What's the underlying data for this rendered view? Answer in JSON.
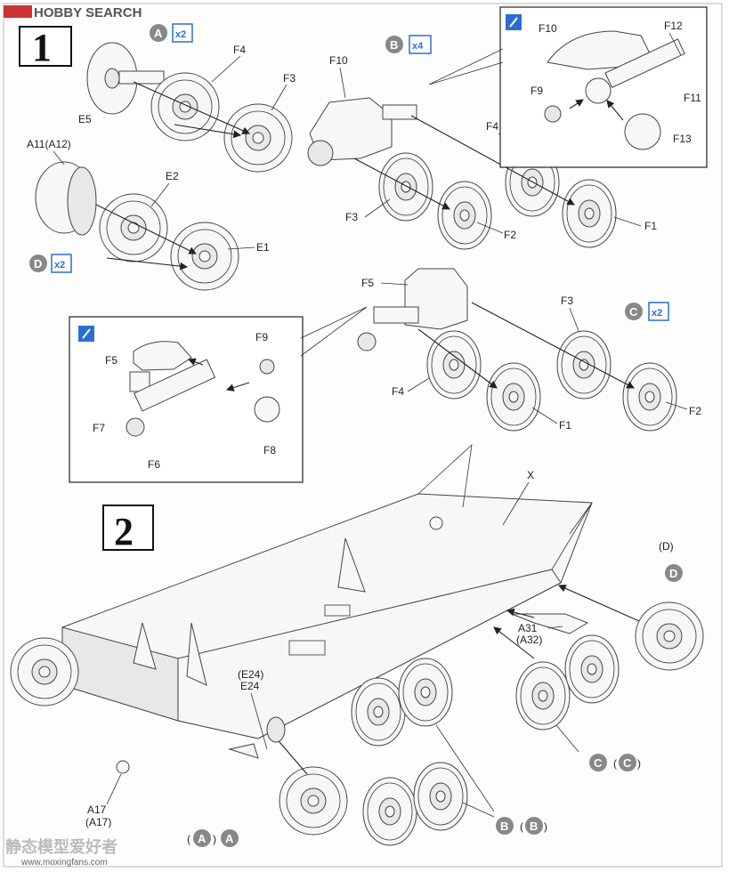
{
  "watermark_top": "HOBBY SEARCH",
  "watermark_bottom": "静态模型爱好者",
  "watermark_url": "www.moxingfans.com",
  "steps": [
    "1",
    "2"
  ],
  "badges": {
    "A": {
      "letter": "A",
      "mult": "x2"
    },
    "B": {
      "letter": "B",
      "mult": "x4"
    },
    "C": {
      "letter": "C",
      "mult": "x2"
    },
    "D": {
      "letter": "D",
      "mult": "x2"
    }
  },
  "step1_labels": {
    "f4": "F4",
    "f3": "F3",
    "e5": "E5",
    "a11": "A11(A12)",
    "e2": "E2",
    "e1": "E1",
    "f10": "F10",
    "f3b": "F3",
    "f4b": "F4",
    "f2": "F2",
    "f1": "F1",
    "f10i": "F10",
    "f12i": "F12",
    "f9i": "F9",
    "f11i": "F11",
    "f13i": "F13",
    "f5": "F5",
    "f3c": "F3",
    "f4c": "F4",
    "f1c": "F1",
    "f2c": "F2",
    "f5i": "F5",
    "f9j": "F9",
    "f7i": "F7",
    "f6i": "F6",
    "f8i": "F8"
  },
  "step2_labels": {
    "x": "X",
    "d_paren": "(D)",
    "d": "D",
    "a31": "A31",
    "a32": "(A32)",
    "e24p": "(E24)",
    "e24": "E24",
    "a17": "A17",
    "a17p": "(A17)",
    "c": "C",
    "c_paren": "C",
    "b": "B",
    "b_paren": "B",
    "a": "A",
    "a_paren": "A"
  },
  "colors": {
    "badge_blue": "#2a6fd0",
    "badge_gray": "#888888",
    "line": "#333333"
  },
  "icons": [
    "glue-icon"
  ]
}
